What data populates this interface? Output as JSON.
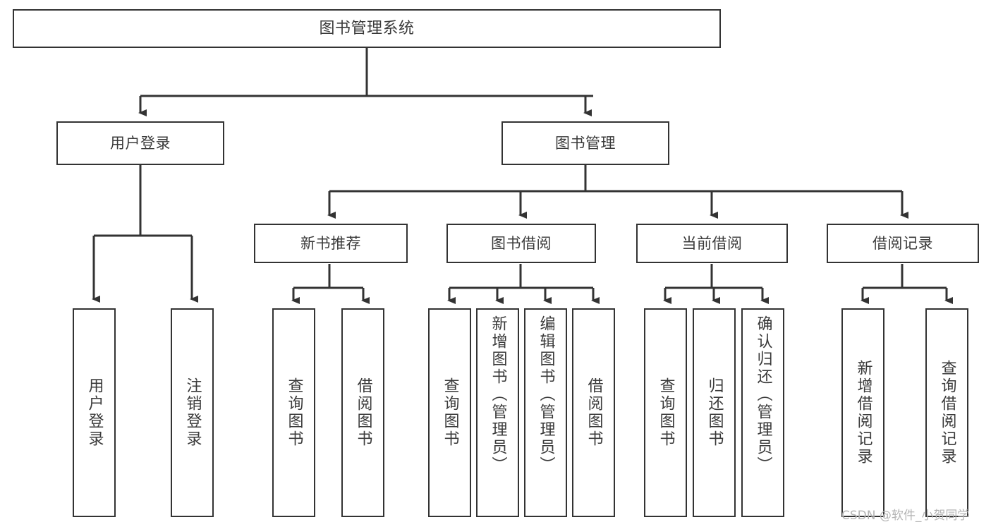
{
  "diagram": {
    "title": "图书管理系统",
    "type": "tree",
    "orientation": "top-down",
    "box_border_color": "#333333",
    "box_fill_color": "#ffffff",
    "text_color": "#3a3a3a",
    "connector_color": "#333333",
    "background_color": "#ffffff"
  },
  "root": {
    "label": "图书管理系统"
  },
  "level1": [
    {
      "label": "用户登录"
    },
    {
      "label": "图书管理"
    }
  ],
  "level2": [
    {
      "label": "新书推荐"
    },
    {
      "label": "图书借阅"
    },
    {
      "label": "当前借阅"
    },
    {
      "label": "借阅记录"
    }
  ],
  "leaves": {
    "user_login": [
      {
        "label": "用户登录"
      },
      {
        "label": "注销登录"
      }
    ],
    "new_book_recommend": [
      {
        "label": "查询图书"
      },
      {
        "label": "借阅图书"
      }
    ],
    "book_borrow": [
      {
        "label": "查询图书"
      },
      {
        "label": "新增图书（管理员）"
      },
      {
        "label": "编辑图书（管理员）"
      },
      {
        "label": "借阅图书"
      }
    ],
    "current_borrow": [
      {
        "label": "查询图书"
      },
      {
        "label": "归还图书"
      },
      {
        "label": "确认归还（管理员）"
      }
    ],
    "borrow_record": [
      {
        "label": "新增借阅记录"
      },
      {
        "label": "查询借阅记录"
      }
    ]
  },
  "watermark": {
    "text": "CSDN @软件_小贺同学"
  }
}
